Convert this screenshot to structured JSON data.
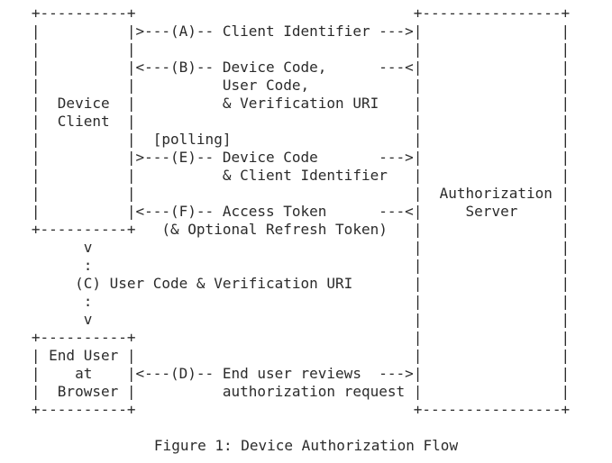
{
  "figure": {
    "caption": "Figure 1: Device Authorization Flow",
    "diagram_lines": [
      "   +----------+                                +----------------+",
      "   |          |>---(A)-- Client Identifier --->|                |",
      "   |          |                                |                |",
      "   |          |<---(B)-- Device Code,      ---<|                |",
      "   |          |          User Code,            |                |",
      "   |  Device  |          & Verification URI    |                |",
      "   |  Client  |                                |                |",
      "   |          |  [polling]                     |                |",
      "   |          |>---(E)-- Device Code       --->|                |",
      "   |          |          & Client Identifier   |                |",
      "   |          |                                |  Authorization |",
      "   |          |<---(F)-- Access Token      ---<|     Server     |",
      "   +----------+   (& Optional Refresh Token)   |                |",
      "         v                                     |                |",
      "         :                                     |                |",
      "        (C) User Code & Verification URI       |                |",
      "         :                                     |                |",
      "         v                                     |                |",
      "   +----------+                                |                |",
      "   | End User |                                |                |",
      "   |    at    |<---(D)-- End user reviews  --->|                |",
      "   |  Browser |          authorization request |                |",
      "   +----------+                                +----------------+"
    ],
    "flow": {
      "boxes": [
        "Device Client",
        "Authorization Server",
        "End User at Browser"
      ],
      "polling_note": "[polling]",
      "steps": {
        "A": "Client Identifier",
        "B": "Device Code, User Code, & Verification URI",
        "C": "User Code & Verification URI",
        "D": "End user reviews authorization request",
        "E": "Device Code & Client Identifier",
        "F": "Access Token (& Optional Refresh Token)"
      }
    }
  },
  "colors": {
    "text": "#2b2b2b",
    "background": "#ffffff"
  }
}
